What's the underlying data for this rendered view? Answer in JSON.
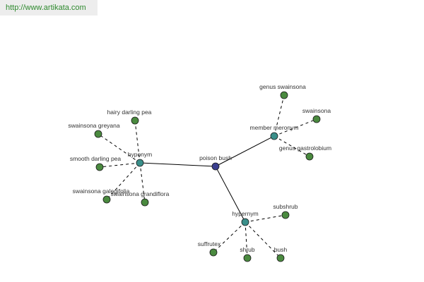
{
  "watermark": "http://www.artikata.com",
  "colors": {
    "center": "#3a3f8f",
    "hub": "#3a8f8a",
    "leaf": "#4a8a3f"
  },
  "nodes": [
    {
      "id": "center",
      "label": "poison bush",
      "kind": "center"
    },
    {
      "id": "hyponym",
      "label": "hyponym",
      "kind": "hub"
    },
    {
      "id": "meronym",
      "label": "member meronym",
      "kind": "hub"
    },
    {
      "id": "hypernym",
      "label": "hypernym",
      "kind": "hub"
    },
    {
      "id": "hairy",
      "label": "hairy darling pea",
      "kind": "leaf"
    },
    {
      "id": "greyana",
      "label": "swainsona greyana",
      "kind": "leaf"
    },
    {
      "id": "smooth",
      "label": "smooth darling pea",
      "kind": "leaf"
    },
    {
      "id": "galegifolia",
      "label": "swainsona galegifolia",
      "kind": "leaf"
    },
    {
      "id": "grandiflora",
      "label": "swainsona grandiflora",
      "kind": "leaf"
    },
    {
      "id": "genus_sw",
      "label": "genus swainsona",
      "kind": "leaf"
    },
    {
      "id": "swainsona",
      "label": "swainsona",
      "kind": "leaf"
    },
    {
      "id": "gastrolobium",
      "label": "genus gastrolobium",
      "kind": "leaf"
    },
    {
      "id": "subshrub",
      "label": "subshrub",
      "kind": "leaf"
    },
    {
      "id": "suffrutex",
      "label": "suffrutex",
      "kind": "leaf"
    },
    {
      "id": "shrub",
      "label": "shrub",
      "kind": "leaf"
    },
    {
      "id": "bush",
      "label": "bush",
      "kind": "leaf"
    }
  ],
  "edges": [
    {
      "from": "center",
      "to": "hyponym",
      "style": "solid"
    },
    {
      "from": "center",
      "to": "meronym",
      "style": "solid"
    },
    {
      "from": "center",
      "to": "hypernym",
      "style": "solid"
    },
    {
      "from": "hyponym",
      "to": "hairy",
      "style": "dashed"
    },
    {
      "from": "hyponym",
      "to": "greyana",
      "style": "dashed"
    },
    {
      "from": "hyponym",
      "to": "smooth",
      "style": "dashed"
    },
    {
      "from": "hyponym",
      "to": "galegifolia",
      "style": "dashed"
    },
    {
      "from": "hyponym",
      "to": "grandiflora",
      "style": "dashed"
    },
    {
      "from": "meronym",
      "to": "genus_sw",
      "style": "dashed"
    },
    {
      "from": "meronym",
      "to": "swainsona",
      "style": "dashed"
    },
    {
      "from": "meronym",
      "to": "gastrolobium",
      "style": "dashed"
    },
    {
      "from": "hypernym",
      "to": "subshrub",
      "style": "dashed"
    },
    {
      "from": "hypernym",
      "to": "suffrutex",
      "style": "dashed"
    },
    {
      "from": "hypernym",
      "to": "shrub",
      "style": "dashed"
    },
    {
      "from": "hypernym",
      "to": "bush",
      "style": "dashed"
    }
  ]
}
